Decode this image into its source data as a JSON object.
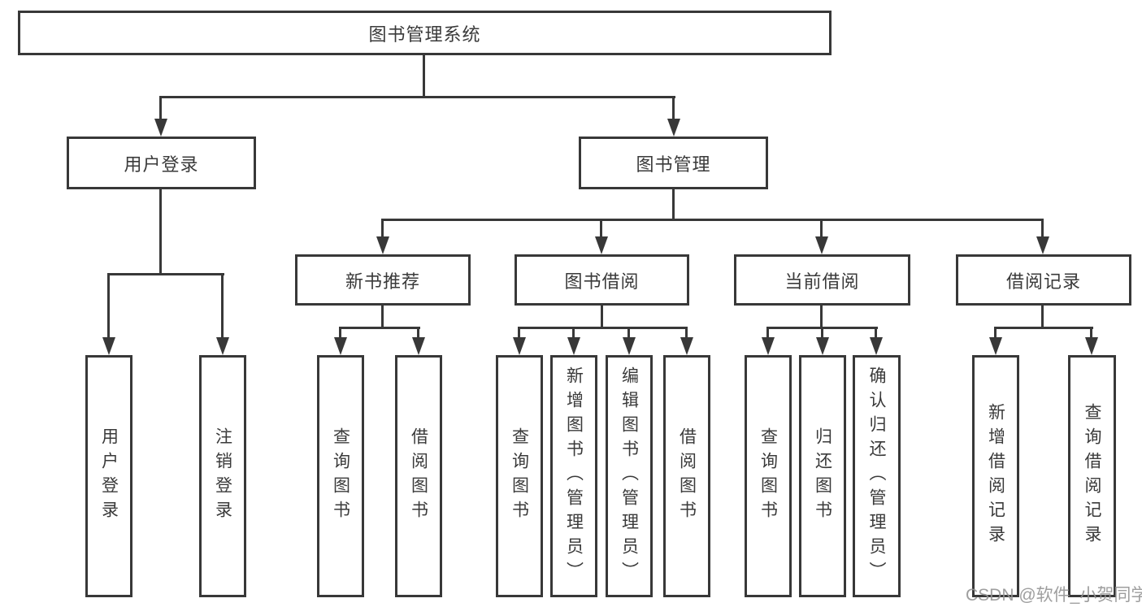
{
  "diagram_title": "图书管理系统",
  "watermark": "CSDN @软件_小贺同学",
  "colors": {
    "stroke": "#383838",
    "text": "#3a3a3a",
    "background": "#ffffff",
    "watermark": "#949494"
  },
  "nodes": {
    "root": {
      "label": "图书管理系统"
    },
    "user_login": {
      "label": "用户登录"
    },
    "book_mgmt": {
      "label": "图书管理"
    },
    "new_book_rec": {
      "label": "新书推荐"
    },
    "book_borrow": {
      "label": "图书借阅"
    },
    "current_borrow": {
      "label": "当前借阅"
    },
    "borrow_record": {
      "label": "借阅记录"
    },
    "leaf_user_login": {
      "label": "用户登录"
    },
    "leaf_logout": {
      "label": "注销登录"
    },
    "leaf_query_book_1": {
      "label": "查询图书"
    },
    "leaf_borrow_book_1": {
      "label": "借阅图书"
    },
    "leaf_query_book_2": {
      "label": "查询图书"
    },
    "leaf_add_book": {
      "label": "新增图书（管理员）"
    },
    "leaf_edit_book": {
      "label": "编辑图书（管理员）"
    },
    "leaf_borrow_book_2": {
      "label": "借阅图书"
    },
    "leaf_query_book_3": {
      "label": "查询图书"
    },
    "leaf_return_book": {
      "label": "归还图书"
    },
    "leaf_confirm_return": {
      "label": "确认归还（管理员）"
    },
    "leaf_add_borrow_record": {
      "label": "新增借阅记录"
    },
    "leaf_query_borrow_record": {
      "label": "查询借阅记录"
    }
  },
  "hierarchy": [
    {
      "parent": "图书管理系统",
      "children": [
        "用户登录",
        "图书管理"
      ]
    },
    {
      "parent": "用户登录",
      "children": [
        "用户登录",
        "注销登录"
      ]
    },
    {
      "parent": "图书管理",
      "children": [
        "新书推荐",
        "图书借阅",
        "当前借阅",
        "借阅记录"
      ]
    },
    {
      "parent": "新书推荐",
      "children": [
        "查询图书",
        "借阅图书"
      ]
    },
    {
      "parent": "图书借阅",
      "children": [
        "查询图书",
        "新增图书（管理员）",
        "编辑图书（管理员）",
        "借阅图书"
      ]
    },
    {
      "parent": "当前借阅",
      "children": [
        "查询图书",
        "归还图书",
        "确认归还（管理员）"
      ]
    },
    {
      "parent": "借阅记录",
      "children": [
        "新增借阅记录",
        "查询借阅记录"
      ]
    }
  ]
}
